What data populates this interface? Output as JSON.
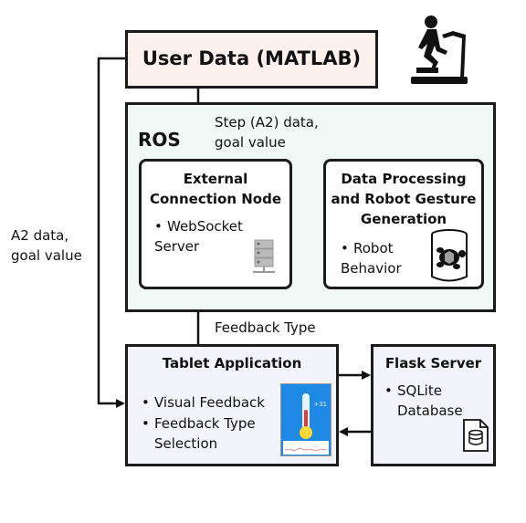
{
  "user_data": {
    "title": "User Data (MATLAB)"
  },
  "ros": {
    "label": "ROS",
    "external_node": {
      "title": "External Connection Node",
      "bullet": "WebSocket Server"
    },
    "processing": {
      "title": "Data Processing and Robot Gesture Generation",
      "bullet": "Robot Behavior"
    }
  },
  "tablet": {
    "title": "Tablet Application",
    "bullets": [
      "Visual Feedback",
      "Feedback Type Selection"
    ],
    "screen": {
      "number": "+31"
    }
  },
  "flask": {
    "title": "Flask Server",
    "bullet": "SQLite Database"
  },
  "edge_labels": {
    "step": "Step (A2) data, goal value",
    "a2": "A2 data, goal value",
    "feedback": "Feedback Type"
  },
  "icons": [
    "treadmill-icon",
    "server-rack-icon",
    "turtle-robot-icon",
    "database-icon",
    "tablet-screenshot"
  ],
  "colors": {
    "user_fill": "#fdf1ee",
    "ros_fill": "#eff8f4",
    "tablet_fill": "#f3f3fb",
    "flask_fill": "#f3f3fb",
    "border": "#1b1b1b"
  }
}
